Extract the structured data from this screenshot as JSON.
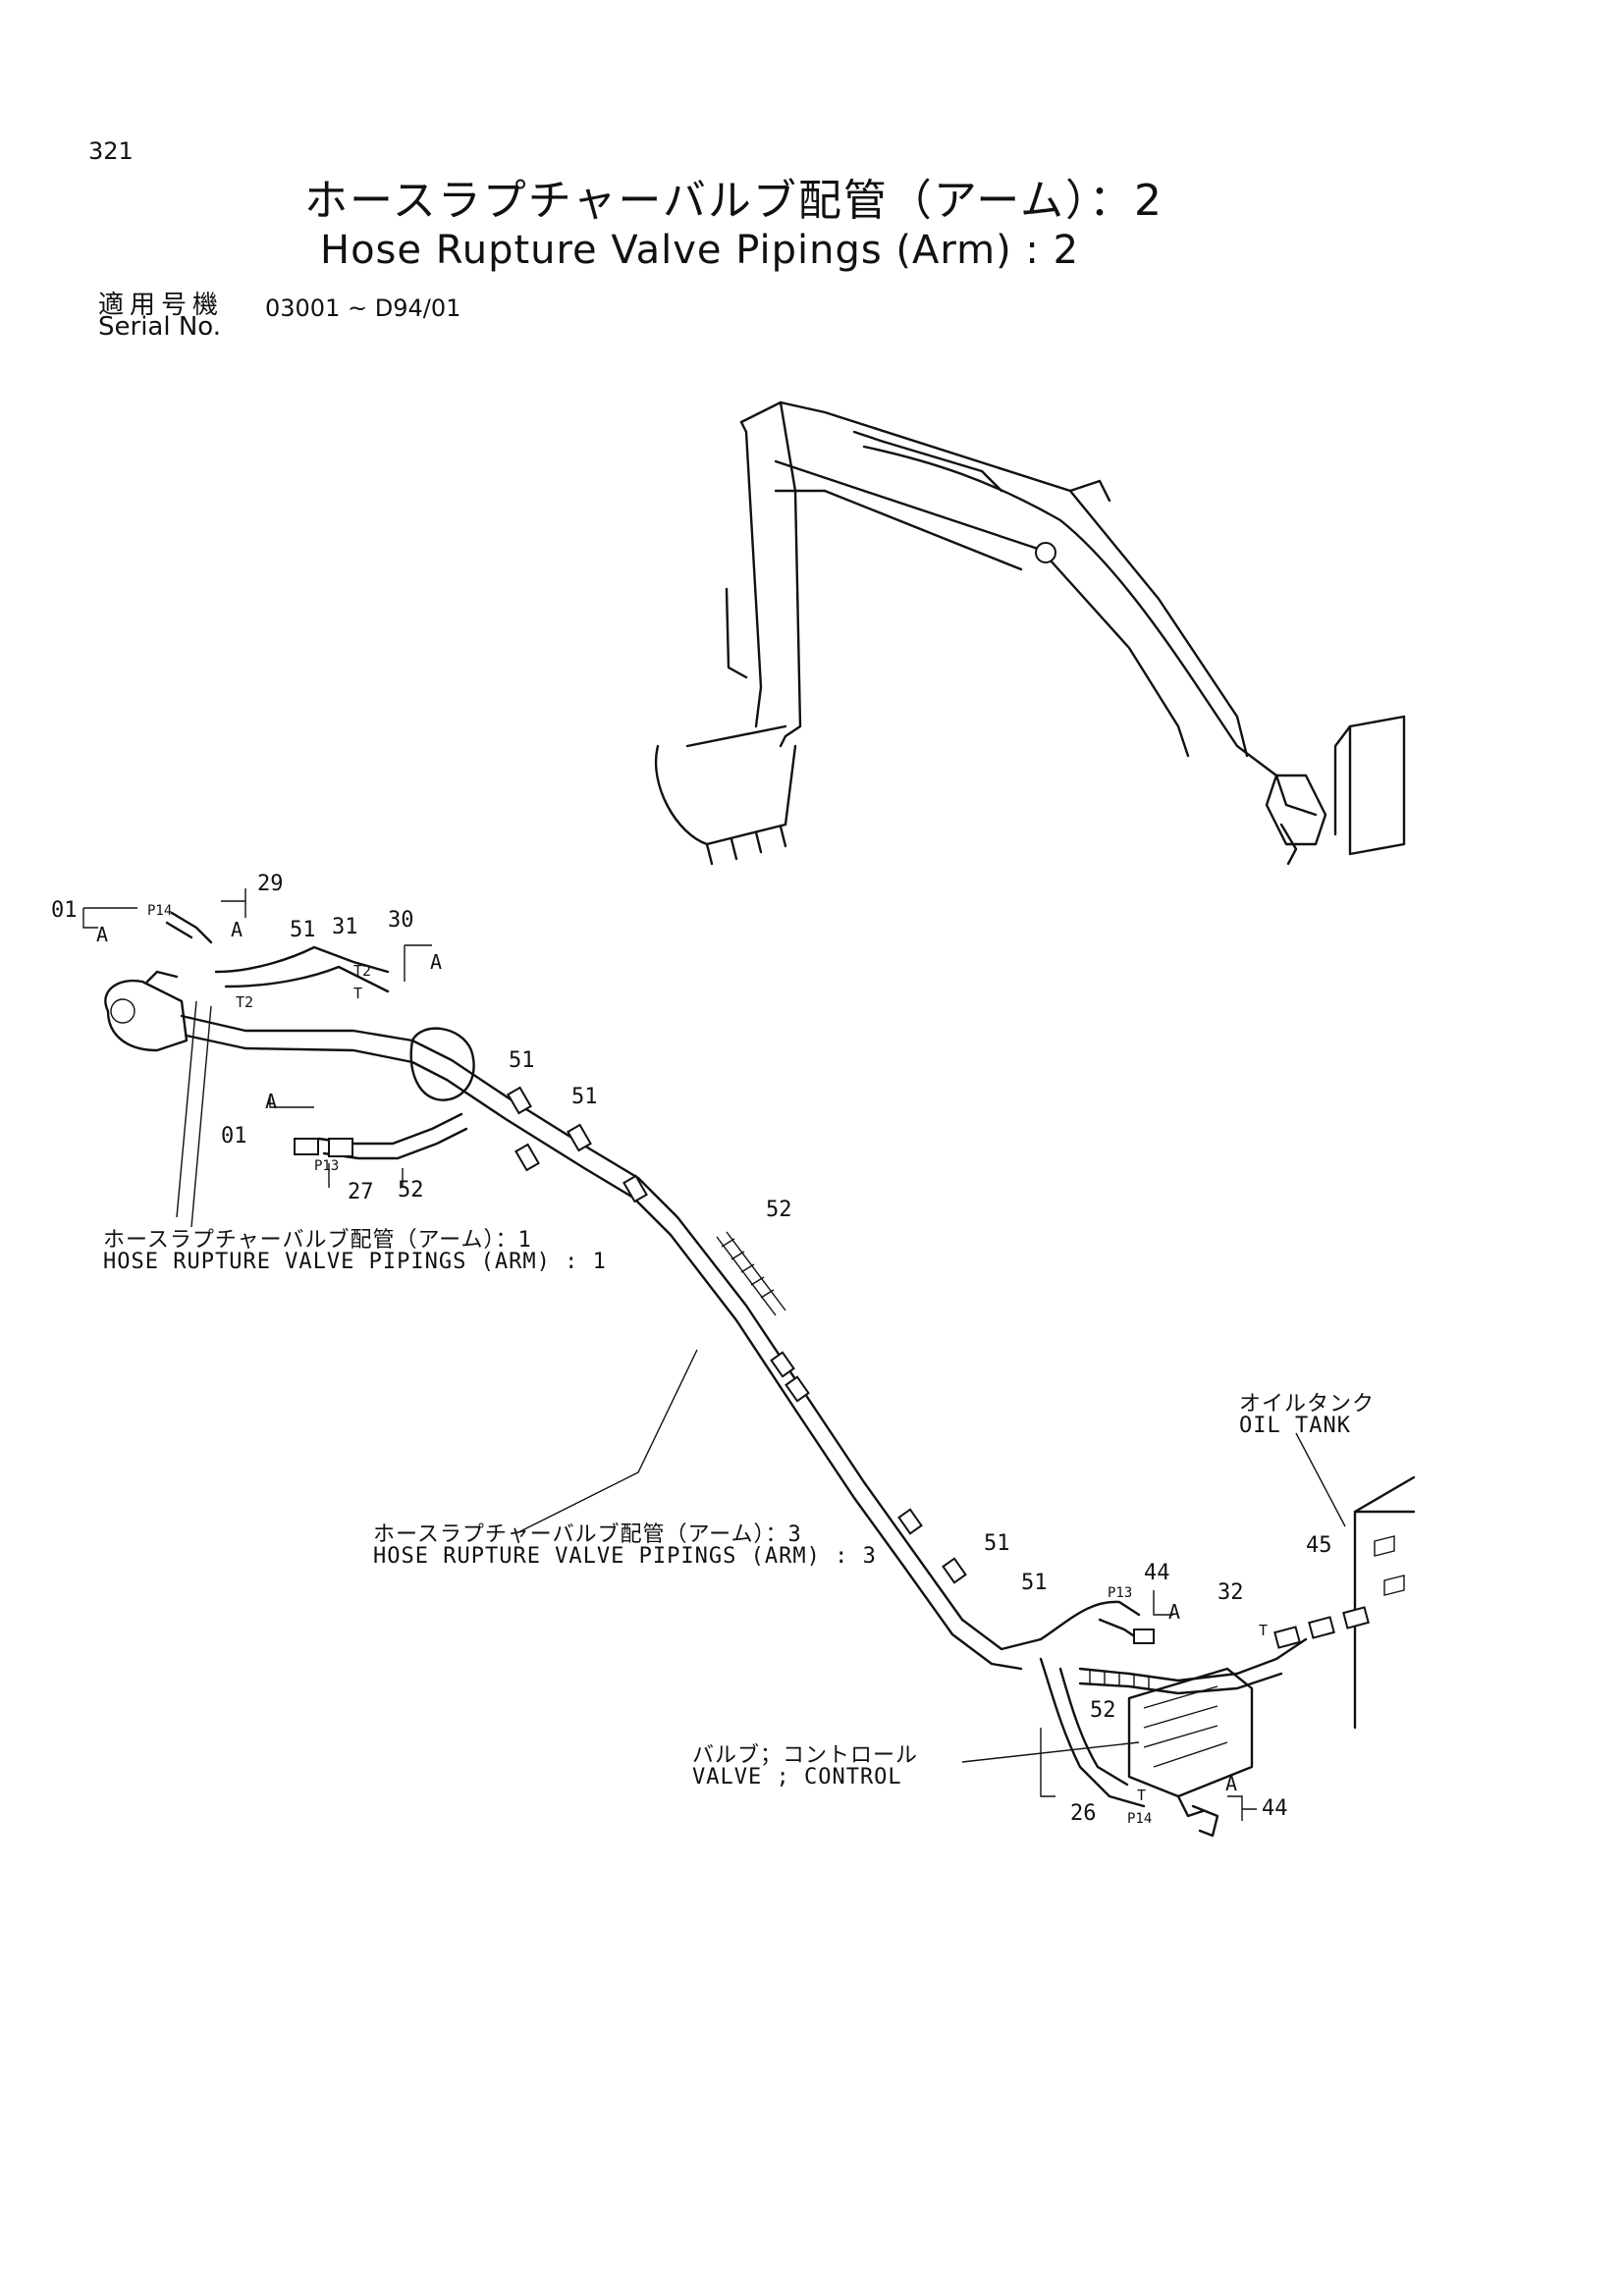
{
  "page_number": "321",
  "title_jp": "ホースラプチャーバルブ配管（アーム）：2",
  "title_en": "Hose Rupture Valve Pipings (Arm) : 2",
  "serial": {
    "label_jp": "適用号機",
    "label_en": "Serial No.",
    "value": "03001 ~ D94/01"
  },
  "callouts": {
    "c01_top": "01",
    "c01_bottom": "01",
    "c29": "29",
    "c51_a": "51",
    "c31": "31",
    "c30": "30",
    "c51_b": "51",
    "c51_c": "51",
    "c27": "27",
    "c52_a": "52",
    "c52_b": "52",
    "c51_d": "51",
    "c51_e": "51",
    "c44_a": "44",
    "c32": "32",
    "c45": "45",
    "c52_c": "52",
    "c26": "26",
    "c44_b": "44"
  },
  "marks": {
    "A_1": "A",
    "A_2": "A",
    "A_3": "A",
    "A_4": "A",
    "A_5": "A",
    "A_6": "A",
    "P14_top": "P14",
    "P13_left": "P13",
    "P13_right": "P13",
    "P14_bottom": "P14",
    "T2_a": "T2",
    "T2_b": "T2",
    "T_a": "T",
    "T_b": "T",
    "T_c": "T"
  },
  "labels": {
    "ref1_jp": "ホースラプチャーバルブ配管（アーム）：1",
    "ref1_en": "HOSE RUPTURE VALVE PIPINGS (ARM) : 1",
    "ref3_jp": "ホースラプチャーバルブ配管（アーム）：3",
    "ref3_en": "HOSE RUPTURE VALVE PIPINGS (ARM) : 3",
    "oil_tank_jp": "オイルタンク",
    "oil_tank_en": "OIL TANK",
    "valve_jp": "バルブ；コントロール",
    "valve_en": "VALVE ; CONTROL"
  }
}
